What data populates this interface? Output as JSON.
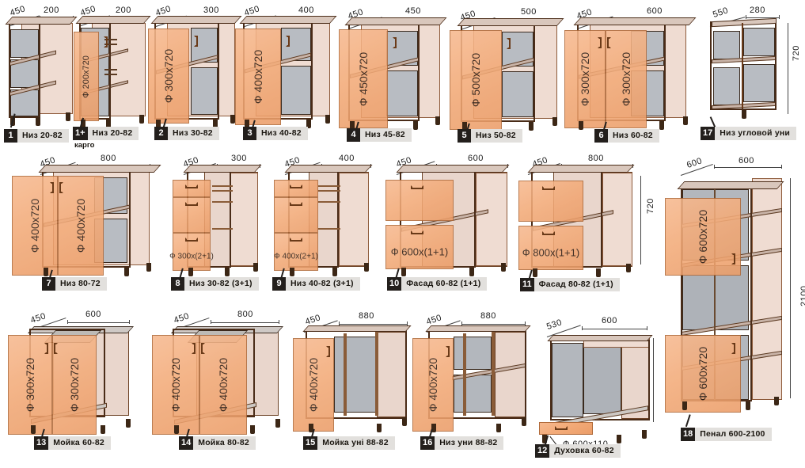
{
  "document": {
    "type": "kitchen-cabinet-specification-sheet",
    "language": "ru"
  },
  "legend": {
    "facade_prefix": "Ф",
    "dimension_unit": "mm"
  },
  "items": [
    {
      "number": "1",
      "name": "Низ  20-82",
      "sublabel": "",
      "dims": {
        "depth": "450",
        "width": "200"
      },
      "facades": []
    },
    {
      "number": "1+",
      "name": "Низ  20-82",
      "sublabel": "карго",
      "dims": {
        "depth": "450",
        "width": "200"
      },
      "facades": [
        "Ф 200х720"
      ]
    },
    {
      "number": "2",
      "name": "Низ 30-82",
      "sublabel": "",
      "dims": {
        "depth": "450",
        "width": "300"
      },
      "facades": [
        "Ф 300х720"
      ]
    },
    {
      "number": "3",
      "name": "Низ 40-82",
      "sublabel": "",
      "dims": {
        "depth": "450",
        "width": "400"
      },
      "facades": [
        "Ф 400х720"
      ]
    },
    {
      "number": "4",
      "name": "Низ 45-82",
      "sublabel": "",
      "dims": {
        "depth": "450",
        "width": "450"
      },
      "facades": [
        "Ф 450х720"
      ]
    },
    {
      "number": "5",
      "name": "Низ 50-82",
      "sublabel": "",
      "dims": {
        "depth": "450",
        "width": "500"
      },
      "facades": [
        "Ф 500х720"
      ]
    },
    {
      "number": "6",
      "name": "Низ 60-82",
      "sublabel": "",
      "dims": {
        "depth": "450",
        "width": "600"
      },
      "facades": [
        "Ф 300х720",
        "Ф 300х720"
      ]
    },
    {
      "number": "17",
      "name": "Низ угловой уни",
      "sublabel": "",
      "dims": {
        "depth": "550",
        "width": "280",
        "height": "720"
      },
      "facades": []
    },
    {
      "number": "7",
      "name": "Низ 80-72",
      "sublabel": "",
      "dims": {
        "depth": "450",
        "width": "800"
      },
      "facades": [
        "Ф 400х720",
        "Ф 400х720"
      ]
    },
    {
      "number": "8",
      "name": "Низ 30-82 (3+1)",
      "sublabel": "",
      "dims": {
        "depth": "450",
        "width": "300"
      },
      "facades": [
        "Ф 300х(2+1)"
      ]
    },
    {
      "number": "9",
      "name": "Низ 40-82 (3+1)",
      "sublabel": "",
      "dims": {
        "depth": "450",
        "width": "400"
      },
      "facades": [
        "Ф 400х(2+1)"
      ]
    },
    {
      "number": "10",
      "name": "Фасад 60-82 (1+1)",
      "sublabel": "",
      "dims": {
        "depth": "450",
        "width": "600"
      },
      "facades": [
        "Ф 600х(1+1)"
      ]
    },
    {
      "number": "11",
      "name": "Фасад 80-82 (1+1)",
      "sublabel": "",
      "dims": {
        "depth": "450",
        "width": "800",
        "height": "720"
      },
      "facades": [
        "Ф 800х(1+1)"
      ]
    },
    {
      "number": "13",
      "name": "Мойка 60-82",
      "sublabel": "",
      "dims": {
        "depth": "450",
        "width": "600"
      },
      "facades": [
        "Ф 300х720",
        "Ф 300х720"
      ]
    },
    {
      "number": "14",
      "name": "Мойка 80-82",
      "sublabel": "",
      "dims": {
        "depth": "450",
        "width": "800"
      },
      "facades": [
        "Ф 400х720",
        "Ф 400х720"
      ]
    },
    {
      "number": "15",
      "name": "Мойка уні 88-82",
      "sublabel": "",
      "dims": {
        "depth": "450",
        "width": "880"
      },
      "facades": [
        "Ф 400х720"
      ]
    },
    {
      "number": "16",
      "name": "Низ уни 88-82",
      "sublabel": "",
      "dims": {
        "depth": "450",
        "width": "880"
      },
      "facades": [
        "Ф 400х720"
      ]
    },
    {
      "number": "12",
      "name": "Духовка 60-82",
      "sublabel": "",
      "dims": {
        "depth": "530",
        "width": "600"
      },
      "facades": [
        "Ф 600х110"
      ]
    },
    {
      "number": "18",
      "name": "Пенал 600-2100",
      "sublabel": "",
      "dims": {
        "depth": "600",
        "width": "600",
        "height": "2100"
      },
      "facades": [
        "Ф 600х720",
        "Ф 600х720"
      ]
    }
  ],
  "dimension_labels": {
    "r1": [
      "450",
      "200",
      "450",
      "200",
      "450",
      "300",
      "450",
      "400",
      "450",
      "450",
      "450",
      "500",
      "450",
      "600",
      "550",
      "280",
      "720"
    ],
    "r2": [
      "450",
      "800",
      "450",
      "300",
      "450",
      "400",
      "450",
      "600",
      "450",
      "800",
      "720",
      "600",
      "600",
      "2100"
    ],
    "r3": [
      "450",
      "600",
      "450",
      "800",
      "450",
      "880",
      "450",
      "880",
      "530",
      "600"
    ]
  },
  "colors": {
    "facade": "#f3ab79",
    "facade_edge": "#b06a3a",
    "body_light": "#efdcd2",
    "body_gray": "#b8bcc2",
    "frame": "#4a2c18",
    "badge_num_bg": "#231f1c",
    "badge_label_bg": "#e2e0dd",
    "background": "#ffffff"
  }
}
